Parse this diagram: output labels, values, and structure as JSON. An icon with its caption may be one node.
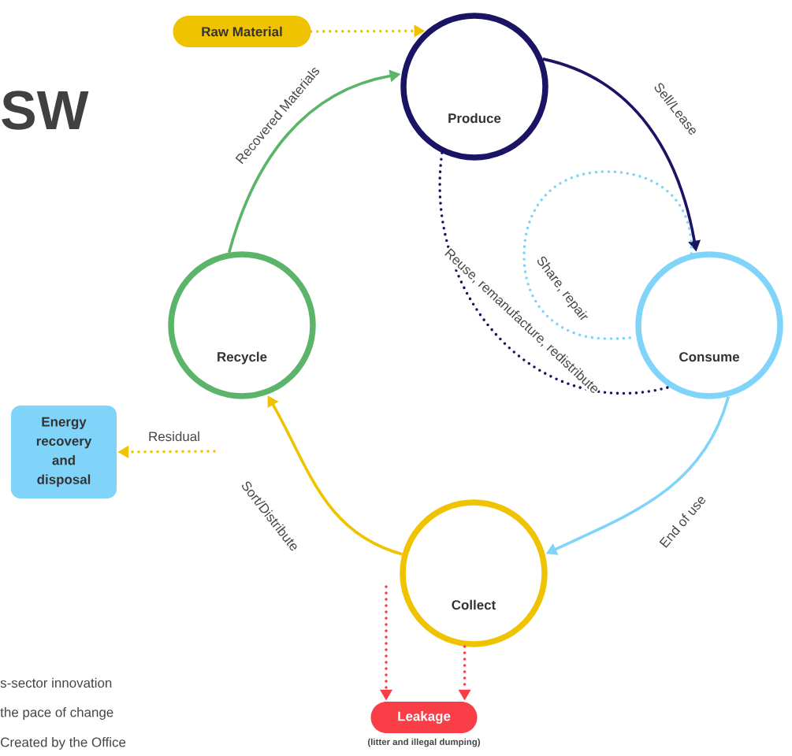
{
  "diagram": {
    "nodes": [
      {
        "text": [
          "Raw Material"
        ]
      },
      {
        "text": [
          "Produce"
        ]
      },
      {
        "text": [
          "Consume"
        ]
      },
      {
        "text": [
          "Collect"
        ]
      },
      {
        "text": [
          "Recycle"
        ]
      },
      {
        "text": [
          "Energy recovery and disposal"
        ]
      },
      {
        "text": [
          "Leakage"
        ],
        "beside": [
          "(litter and illegal dumping)"
        ]
      }
    ],
    "edges": [
      {
        "from": 0,
        "to": 1,
        "arrow": "to",
        "style": "dashed",
        "color": "#f0c300"
      },
      {
        "from": 1,
        "to": 2,
        "arrow": "to",
        "label": "Sell/Lease",
        "color": "#1b1464"
      },
      {
        "from": 2,
        "to": 3,
        "arrow": "to",
        "label": "End of use",
        "color": "#80d4fa"
      },
      {
        "from": 3,
        "to": 4,
        "arrow": "to",
        "label": "Sort/Distribute",
        "color": "#f0c300"
      },
      {
        "from": 4,
        "to": 1,
        "arrow": "to",
        "label": "Recovered Materials",
        "color": "#5bb46a"
      },
      {
        "from": 1,
        "to": 2,
        "arrow": "none",
        "label": "Reuse, remanufacture, redistribute",
        "style": "dashed",
        "color": "#1b1464"
      },
      {
        "from": 2,
        "to": 2,
        "arrow": "none",
        "label": "Share, repair",
        "style": "dashed",
        "color": "#80d4fa"
      },
      {
        "from": null,
        "to": 5,
        "arrow": "to",
        "label": "Residual",
        "style": "dashed",
        "color": "#f0c300"
      },
      {
        "from": null,
        "to": 6,
        "arrow": "to",
        "style": "dashed",
        "color": "#f93e48"
      },
      {
        "from": 3,
        "to": 6,
        "arrow": "to",
        "style": "dashed",
        "color": "#f93e48"
      }
    ],
    "labels": [
      "SW",
      "s-sector innovation",
      "the pace of change",
      "Created by the Office"
    ]
  }
}
